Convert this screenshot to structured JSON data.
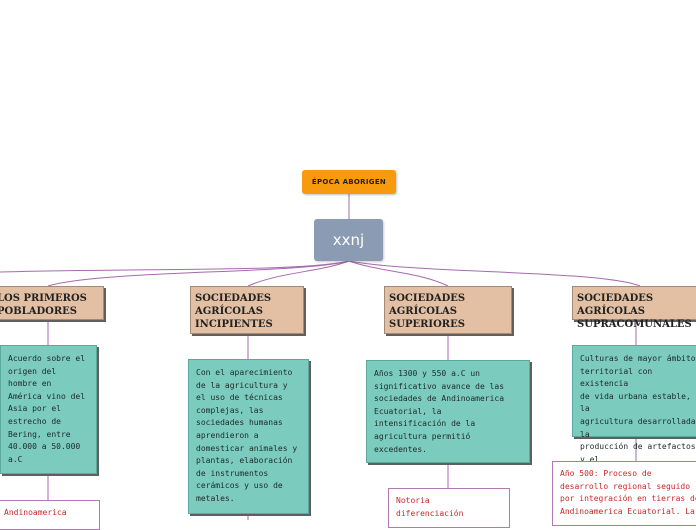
{
  "floating_topic": "ÉPOCA ABORIGEN",
  "central_topic": "xxnj",
  "branches": [
    {
      "title": "LOS PRIMEROS\nPOBLADORES",
      "note": "Acuerdo sobre el\norigen del\nhombre en\nAmérica vino del\nAsia por el\nestrecho de\nBering, entre\n40.000 a 50.000\na.C",
      "sub": "Andinoamerica"
    },
    {
      "title": "SOCIEDADES\nAGRÍCOLAS\nINCIPIENTES",
      "note": "Con el aparecimiento\nde la agricultura y\nel uso de técnicas\ncomplejas, las\nsociedades humanas\naprendieron a\ndomesticar animales y\nplantas, elaboración\nde instrumentos\ncerámicos y uso de\nmetales."
    },
    {
      "title": "SOCIEDADES\nAGRÍCOLAS\nSUPERIORES",
      "note": "Años 1300 y 550 a.C un\nsignificativo avance de las\nsociedades de Andinoamerica\nEcuatorial, la\nintensificación de la\nagricultura permitió\nexcedentes.",
      "sub": "Notoria\ndiferenciación"
    },
    {
      "title": "SOCIEDADES AGRÍCOLAS\nSUPRACOMUNALES",
      "note": "Culturas de mayor ámbito\nterritorial con existencia\nde vida urbana estable, la\nagricultura desarrollada, la\nproducción de artefactos y el\nintercambio de productos.",
      "sub": "Año 500: Proceso de\ndesarrollo regional seguido\npor integración en tierras de\nAndinoamerica Ecuatorial. La"
    }
  ],
  "colors": {
    "floating_topic": "#f79a0e",
    "central_topic": "#8a9bb3",
    "topic_box": "#e3c0a3",
    "note_box": "#7ccbbf",
    "connector": "#a56aac",
    "sub_text": "#c8282a"
  }
}
